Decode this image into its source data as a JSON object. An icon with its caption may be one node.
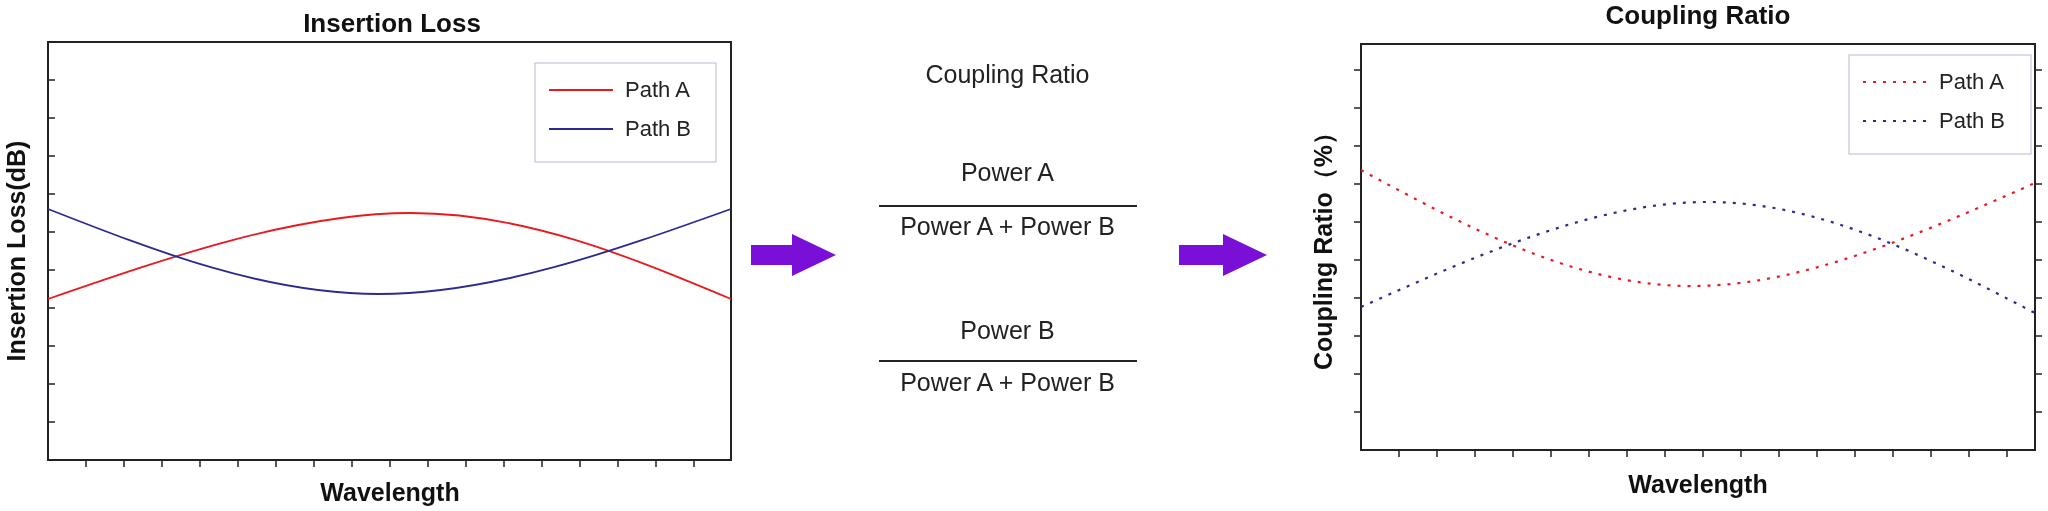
{
  "diagram": {
    "nodes": [
      {
        "text": [
          "Insertion Loss",
          "Insertion Loss(dB)",
          "Wavelength"
        ]
      },
      {
        "text": [
          "Coupling Ratio",
          "Power A",
          "Power A + Power B",
          "Power B",
          "Power A + Power B"
        ]
      },
      {
        "text": [
          "Coupling Ratio",
          "Coupling Ratio（%）",
          "Wavelength"
        ]
      }
    ],
    "edges": [
      {
        "from": 0,
        "to": 1,
        "arrow": "to"
      },
      {
        "from": 1,
        "to": 2,
        "arrow": "to"
      }
    ],
    "legend": [
      {
        "text": "Path A"
      },
      {
        "text": "Path B"
      },
      {
        "text": "Path A"
      },
      {
        "text": "Path B"
      }
    ]
  }
}
